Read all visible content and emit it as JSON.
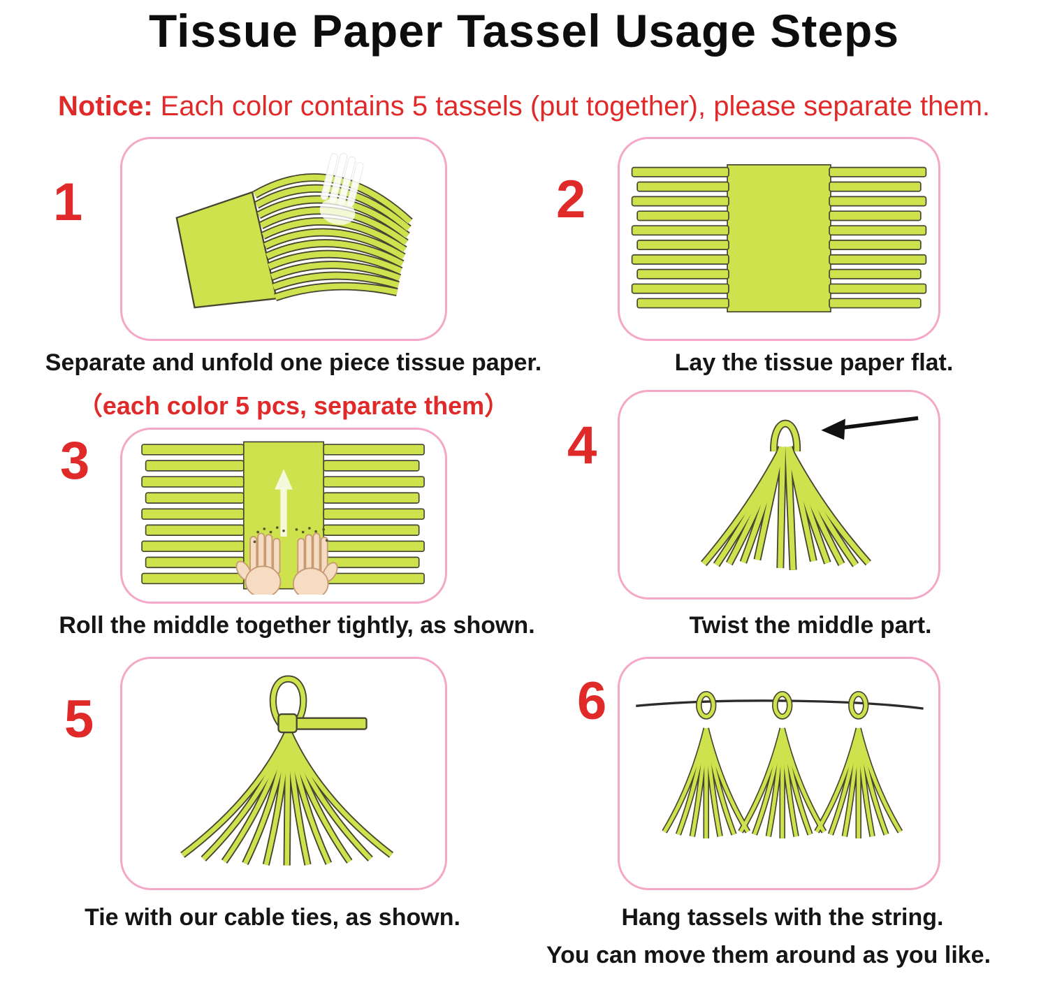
{
  "title": "Tissue Paper Tassel Usage Steps",
  "notice": {
    "label": "Notice:",
    "text": " Each color contains 5 tassels (put together), please separate them."
  },
  "steps": [
    {
      "number": "1",
      "caption": "Separate and unfold one piece tissue paper.",
      "subcaption": "（each color 5 pcs, separate them）"
    },
    {
      "number": "2",
      "caption": "Lay the tissue paper flat.",
      "subcaption": ""
    },
    {
      "number": "3",
      "caption": "Roll the middle together tightly, as shown.",
      "subcaption": ""
    },
    {
      "number": "4",
      "caption": "Twist the middle part.",
      "subcaption": ""
    },
    {
      "number": "5",
      "caption": "Tie with our cable ties, as shown.",
      "subcaption": ""
    },
    {
      "number": "6",
      "caption": "Hang tassels with the string.",
      "subcaption": "You can move them around as you like."
    }
  ],
  "colors": {
    "paper": "#cde24c",
    "outline": "#454531",
    "panel_border": "#f4a7c6",
    "accent_red": "#e02a2a",
    "text": "#151515"
  }
}
